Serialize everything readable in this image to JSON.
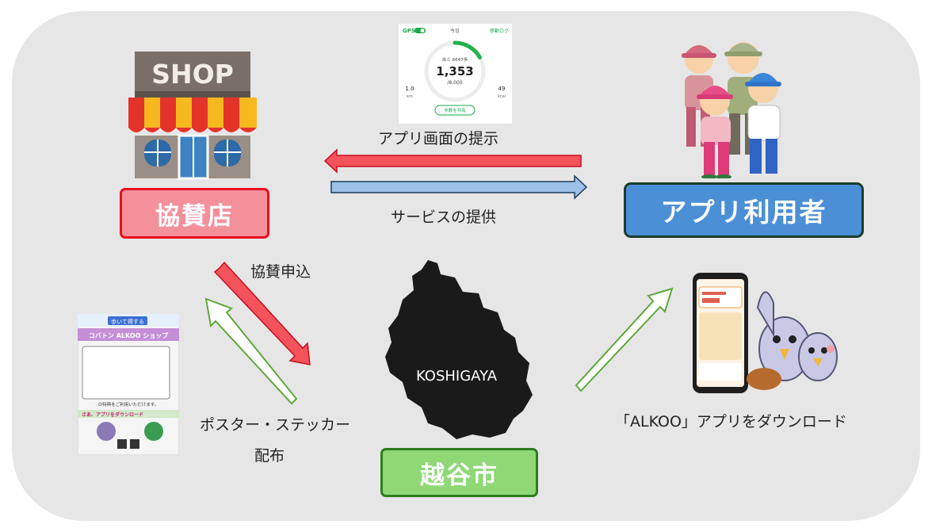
{
  "nodes": {
    "sponsor": "協賛店",
    "users": "アプリ利用者",
    "city": "越谷市"
  },
  "labels": {
    "present_screen": "アプリ画面の提示",
    "provide_service": "サービスの提供",
    "apply_sponsor": "協賛申込",
    "poster_line1": "ポスター・ステッカー",
    "poster_line2": "配布",
    "download": "「ALKOO」アプリをダウンロード"
  },
  "shop_sign": "SHOP",
  "map_label": "KOSHIGAYA",
  "app_screen": {
    "gps": "GPS",
    "today": "今日",
    "log": "移動ログ",
    "remaining": "あと 6647歩",
    "steps": "1,353",
    "goal": "/8,000",
    "left_val": "1.0",
    "left_unit": "km",
    "right_val": "49",
    "right_unit": "kcal",
    "button": "歩数を共有"
  },
  "poster": {
    "banner": "歩いて得する",
    "title": "コバトン ALKOO ショップ",
    "note": "の特典をご利用いただけます。",
    "cta": "さあ、アプリをダウンロード"
  },
  "colors": {
    "sponsor_fill": "#f4909a",
    "sponsor_border": "#e8101e",
    "users_fill": "#4b8fd6",
    "users_border": "#1c3d2c",
    "city_fill": "#8fd876",
    "city_border": "#2e7d1e",
    "arrow_red": "#f4535c",
    "arrow_blue": "#9cc0e6",
    "arrow_green": "#7bc452",
    "panel": "#e6e6e6"
  }
}
